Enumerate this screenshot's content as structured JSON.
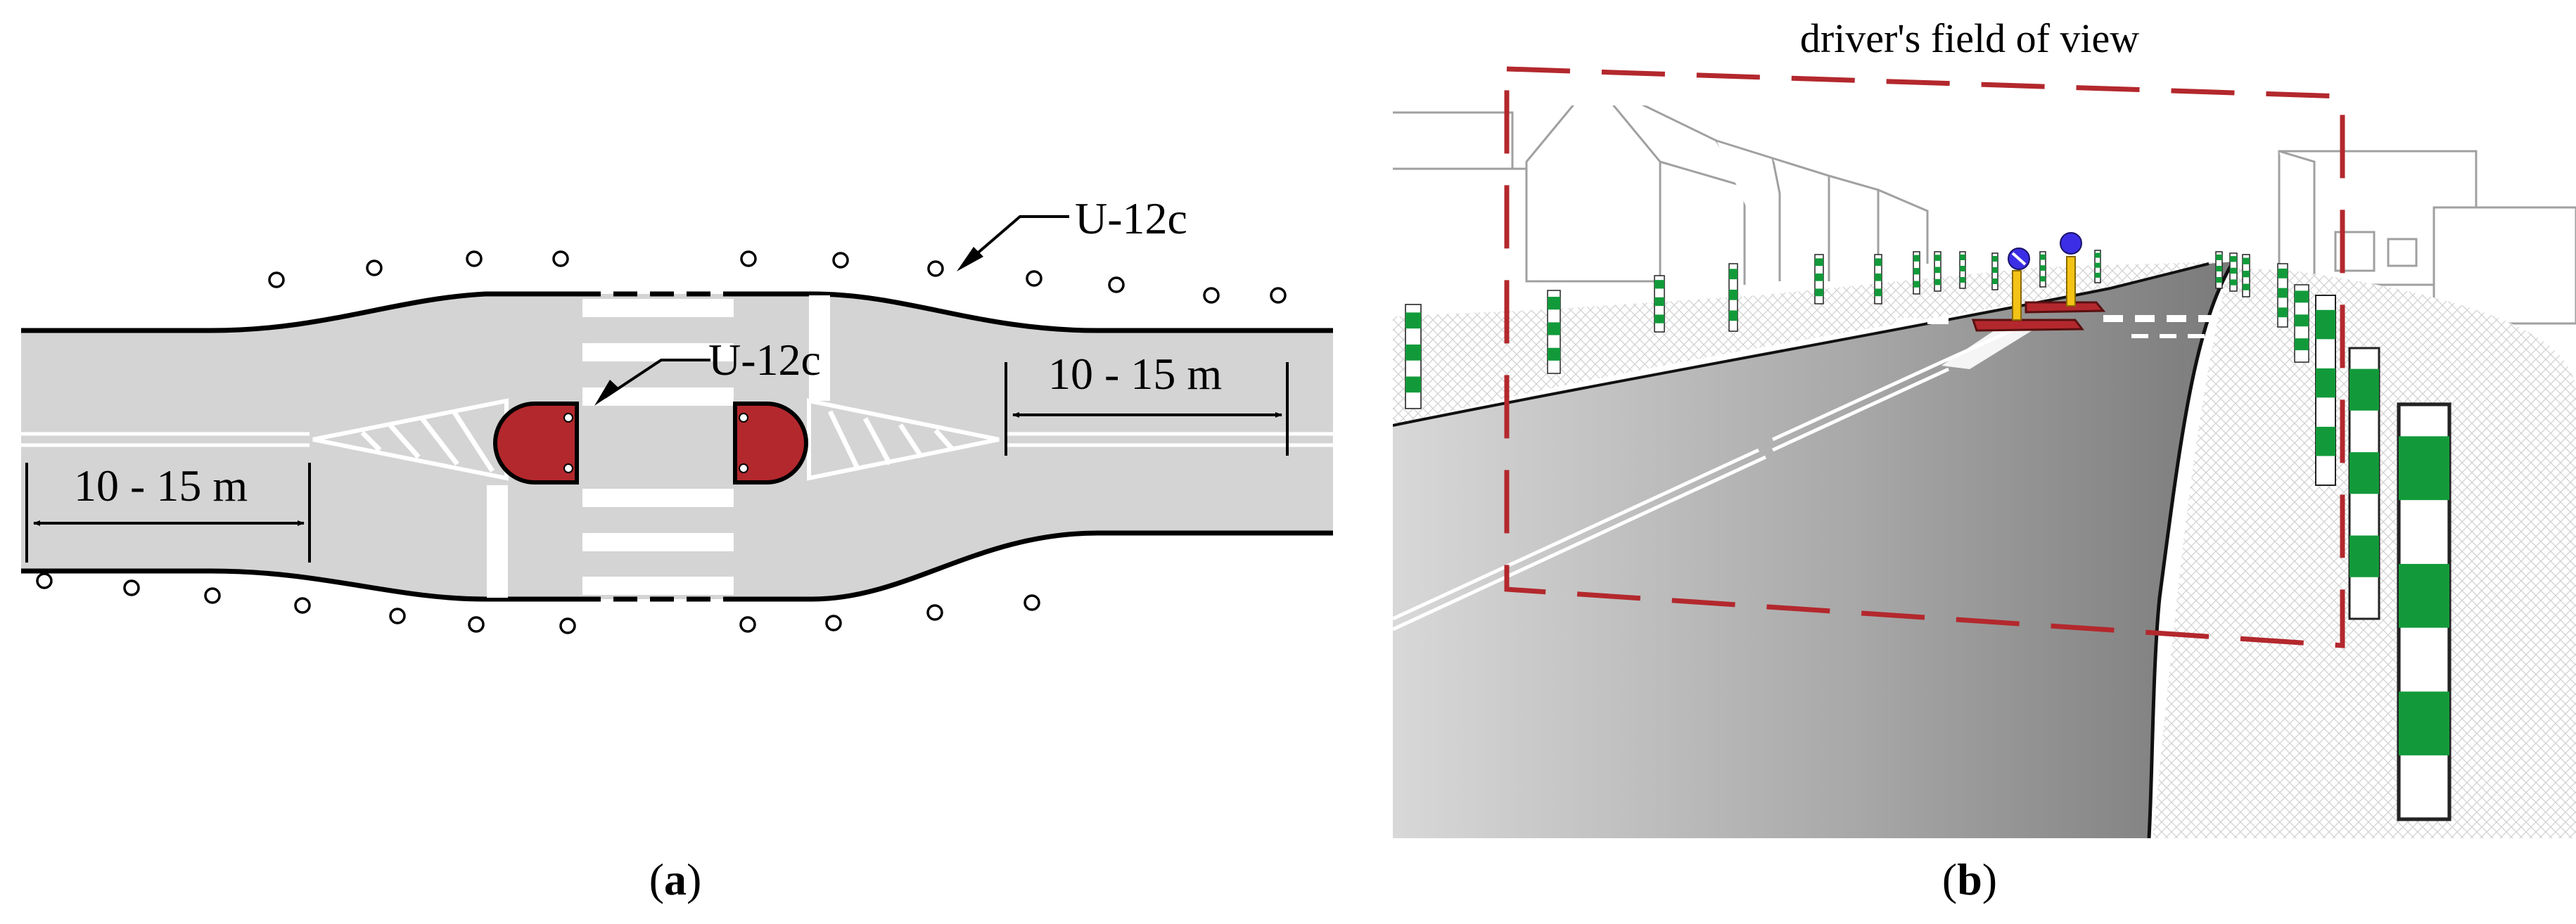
{
  "panel_a": {
    "label_sign_top": "U-12c",
    "label_sign_island": "U-12c",
    "dimension_left": "10 - 15 m",
    "dimension_right": "10 - 15 m",
    "caption_open": "(",
    "caption_letter": "a",
    "caption_close": ")"
  },
  "panel_b": {
    "field_of_view_label": "driver's field of view",
    "caption_open": "(",
    "caption_letter": "b",
    "caption_close": ")"
  },
  "colors": {
    "road_surface": "#d4d4d4",
    "refuge_island": "#b3282d",
    "field_of_view_frame": "#b3282d",
    "post_green": "#129a3a",
    "sign_blue": "#3b2ee6",
    "sign_post_yellow": "#f3c316"
  }
}
